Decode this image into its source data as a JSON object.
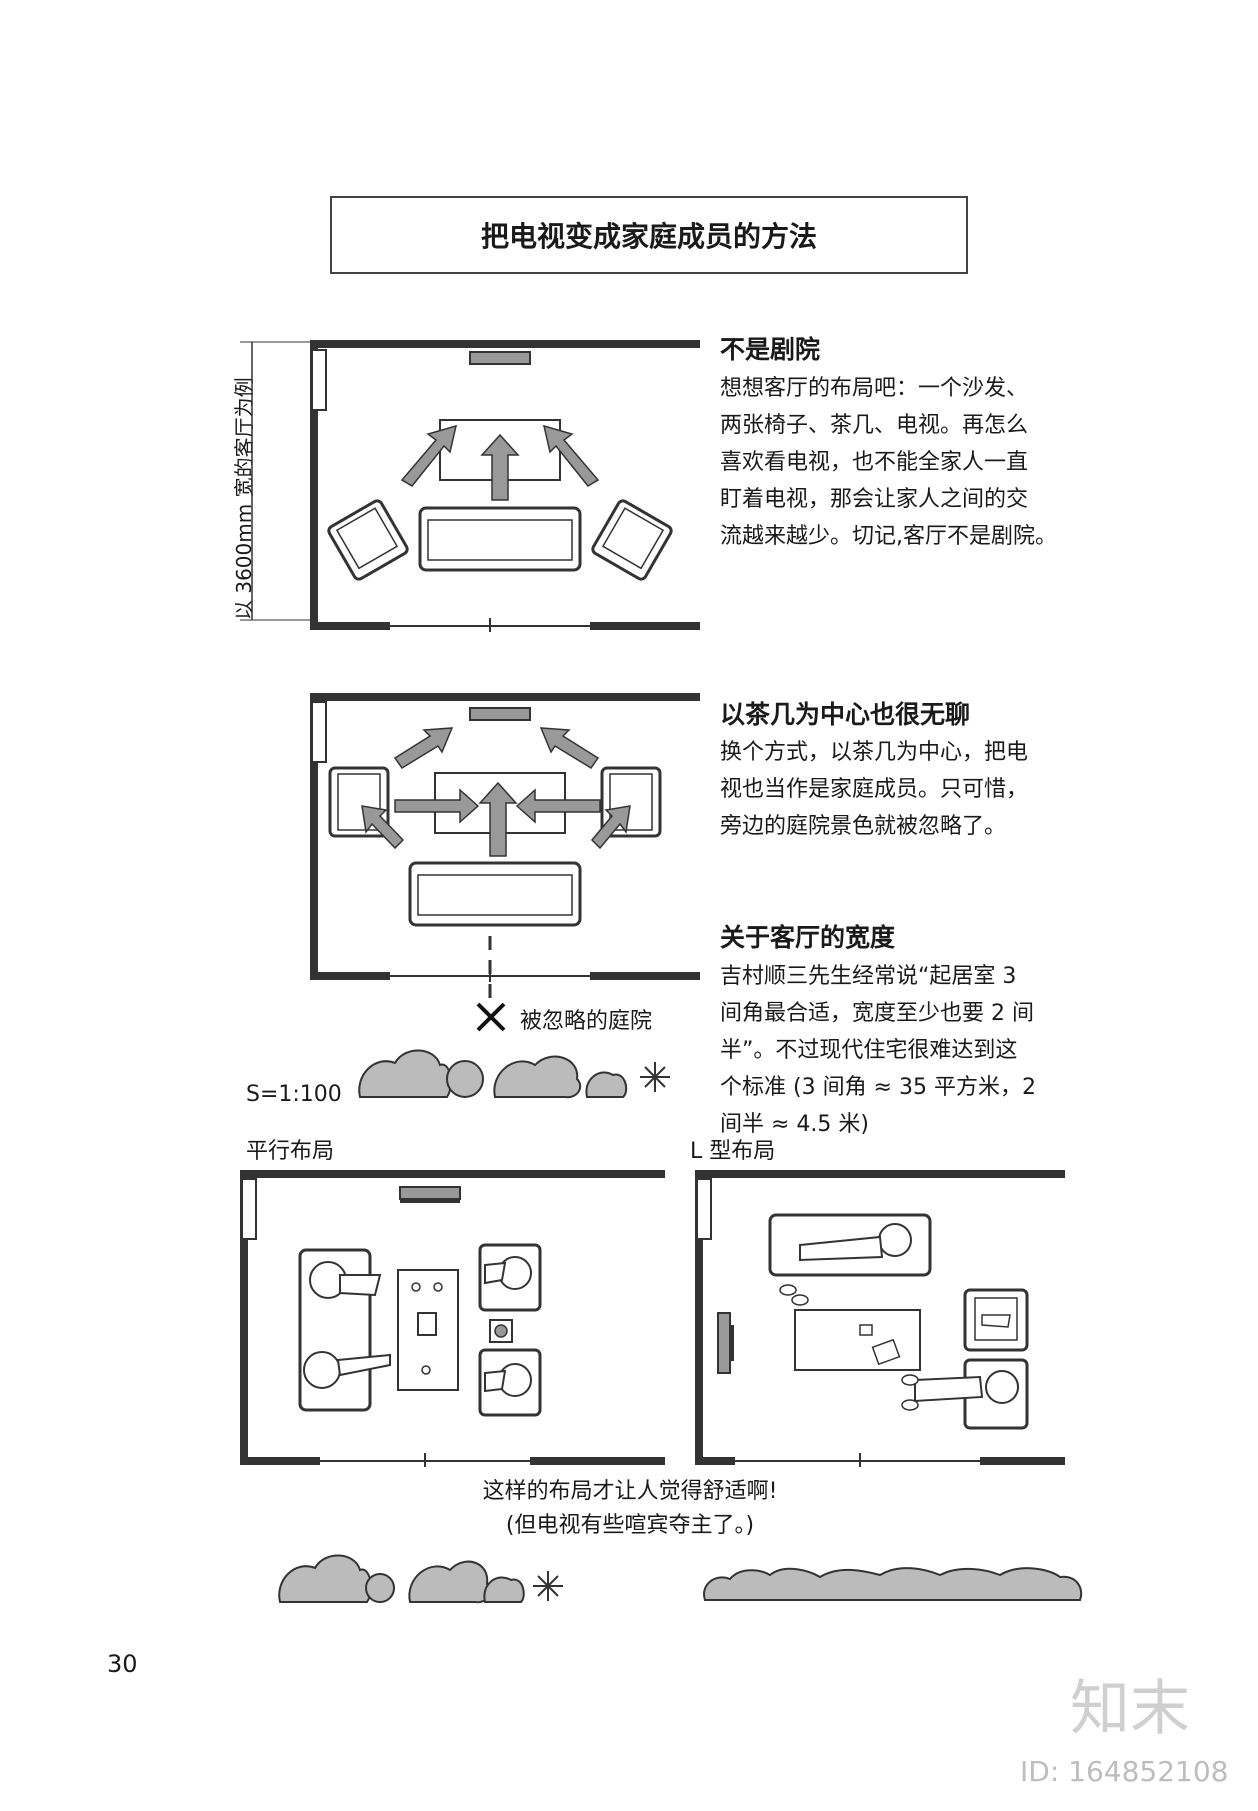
{
  "title": "把电视变成家庭成员的方法",
  "section1": {
    "heading": "不是剧院",
    "text": "想想客厅的布局吧：一个沙发、\n两张椅子、茶几、电视。再怎么\n喜欢看电视，也不能全家人一直\n盯着电视，那会让家人之间的交\n流越来越少。切记,客厅不是剧院。"
  },
  "dimension_label": "以 3600mm 宽的客厅为例",
  "section2": {
    "heading": "以茶几为中心也很无聊",
    "text": "换个方式，以茶几为中心，把电\n视也当作是家庭成员。只可惜，\n旁边的庭院景色就被忽略了。"
  },
  "section3": {
    "heading": "关于客厅的宽度",
    "text": "吉村顺三先生经常说“起居室 3\n间角最合适，宽度至少也要 2 间\n半”。不过现代住宅很难达到这\n个标准 (3 间角 ≈ 35 平方米，2\n间半 ≈ 4.5 米)"
  },
  "ignored_garden_label": "被忽略的庭院",
  "scale_label": "S=1:100",
  "layout_parallel_label": "平行布局",
  "layout_l_label": "L 型布局",
  "caption": {
    "line1": "这样的布局才让人觉得舒适啊!",
    "line2": "(但电视有些喧宾夺主了。)"
  },
  "page_number": "30",
  "watermark": {
    "logo": "知末",
    "id": "ID: 164852108"
  }
}
